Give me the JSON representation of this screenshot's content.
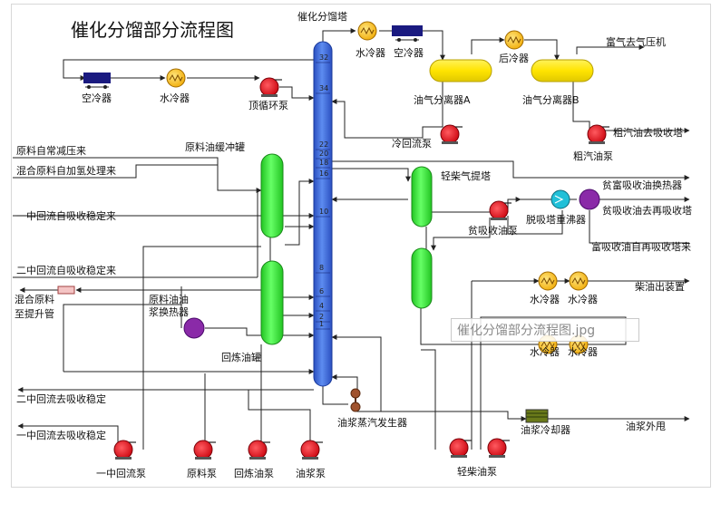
{
  "diagram": {
    "title": "催化分馏部分流程图",
    "colors": {
      "line": "#222222",
      "tower": "#3a66d8",
      "drum": "#33dd33",
      "separator": "#ffee00",
      "pump": "#e8101a",
      "heat_exchanger": "#ffcc33",
      "exchanger_purple": "#8a2aa8",
      "reboiler": "#20c0d8",
      "air_cooler": "#1a1a80"
    },
    "labels": {
      "fractionator": "催化分馏塔",
      "water_cooler_top": "水冷器",
      "air_cooler_top": "空冷器",
      "after_cooler": "后冷器",
      "rich_gas": "富气去气压机",
      "sep_a": "油气分离器A",
      "sep_b": "油气分离器B",
      "crude_gasoline": "粗汽油去吸收塔",
      "crude_pump": "粗汽油泵",
      "cold_reflux_pump": "冷回流泵",
      "air_cooler_left": "空冷器",
      "water_cooler_left": "水冷器",
      "top_circ_pump": "顶循环泵",
      "feed_buffer": "原料油缓冲罐",
      "feed_1": "原料自常减压来",
      "feed_2": "混合原料自加氢处理来",
      "mid_return_in": "一中回流自吸收稳定来",
      "second_return_in": "二中回流自吸收稳定来",
      "mixed_feed_riser": "混合原料",
      "to_riser": "至提升管",
      "feed_slurry_hx_1": "原料油油",
      "feed_slurry_hx_2": "浆换热器",
      "recycle_drum": "回炼油罐",
      "second_return_out": "二中回流去吸收稳定",
      "mid_return_out": "一中回流去吸收稳定",
      "mid_pump": "一中回流泵",
      "feed_pump": "原料泵",
      "recycle_pump": "回炼油泵",
      "slurry_pump_1": "油浆泵",
      "steam_generator": "油浆蒸汽发生器",
      "light_stripper": "轻柴气提塔",
      "lean_hx": "贫富吸收油换热器",
      "lean_to_reabsorb": "贫吸收油去再吸收塔",
      "lean_pump": "贫吸收油泵",
      "reboiler": "脱吸塔重沸器",
      "rich_from_reabsorb": "富吸收油自再吸收塔来",
      "wc_1": "水冷器",
      "wc_2": "水冷器",
      "diesel_out": "柴油出装置",
      "wc_3": "水冷器",
      "wc_4": "水冷器",
      "light_diesel_pump": "轻柴油泵",
      "slurry_cooler": "油浆冷却器",
      "slurry_out": "油浆外甩"
    },
    "tray_numbers": [
      "32",
      "34",
      "22",
      "20",
      "18",
      "16",
      "10",
      "8",
      "6",
      "4",
      "2",
      "1"
    ]
  },
  "watermark": "催化分馏部分流程图.jpg"
}
